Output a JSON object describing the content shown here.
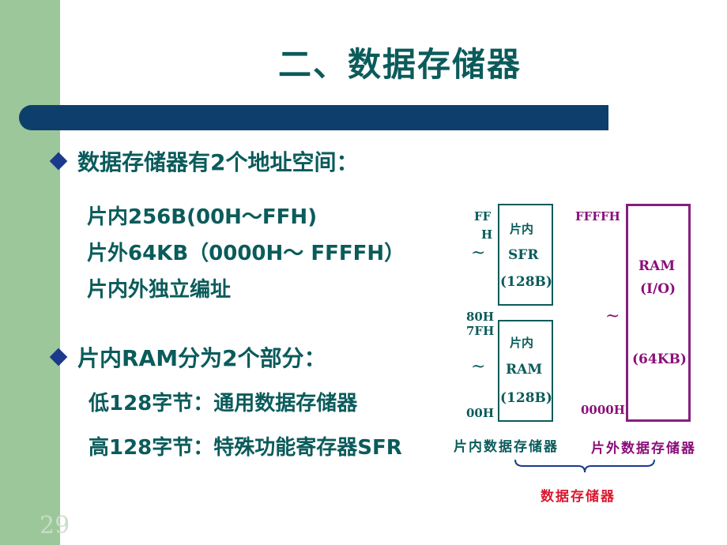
{
  "slide": {
    "title": "二、数据存储器",
    "page_number": "29",
    "bullets": [
      {
        "text": "数据存储器有2个地址空间：",
        "items": [
          "片内256B(00H～FFH)",
          "片外64KB（0000H～ FFFFH）",
          "片内外独立编址"
        ]
      },
      {
        "text": "片内RAM分为2个部分：",
        "items": [
          "低128字节：通用数据存储器",
          "高128字节：特殊功能寄存器SFR"
        ]
      }
    ]
  },
  "diagram": {
    "upper_block": {
      "top_addr_line1": "FF",
      "top_addr_line2": "H",
      "tilde": "~",
      "label_line1": "片内",
      "label_line2": "SFR",
      "label_line3": "(128B)",
      "bottom_addr": "80H"
    },
    "lower_block": {
      "top_addr": "7FH",
      "tilde": "~",
      "label_line1": "片内",
      "label_line2": "RAM",
      "label_line3": "(128B)",
      "bottom_addr": "00H"
    },
    "external_block": {
      "top_addr": "FFFFH",
      "tilde": "~",
      "label_line1": "RAM",
      "label_line2": "(I/O)",
      "label_line3": "(64KB)",
      "bottom_addr": "0000H"
    },
    "internal_label": "片内数据存储器",
    "external_label": "片外数据存储器",
    "group_label": "数据存储器",
    "colors": {
      "internal": "#0b5b5b",
      "external": "#8b0f7a",
      "group": "#d9182e"
    }
  }
}
